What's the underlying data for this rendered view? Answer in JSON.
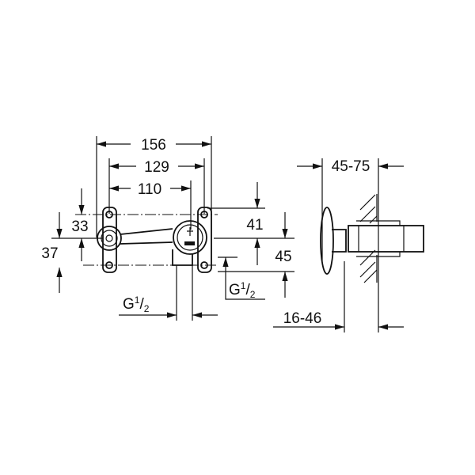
{
  "drawing": {
    "front_view": {
      "dim_overall_width": "156",
      "dim_mount_width": "129",
      "dim_center_distance": "110",
      "dim_left_upper": "33",
      "dim_left_lower": "37",
      "dim_right_upper": "41",
      "dim_right_lower": "45",
      "thread_right": {
        "base": "G",
        "num": "1",
        "den": "2"
      },
      "thread_bottom": {
        "base": "G",
        "num": "1",
        "den": "2"
      }
    },
    "side_view": {
      "dim_depth_range": "45-75",
      "dim_wall_range": "16-46"
    },
    "line_color": "#111111"
  }
}
